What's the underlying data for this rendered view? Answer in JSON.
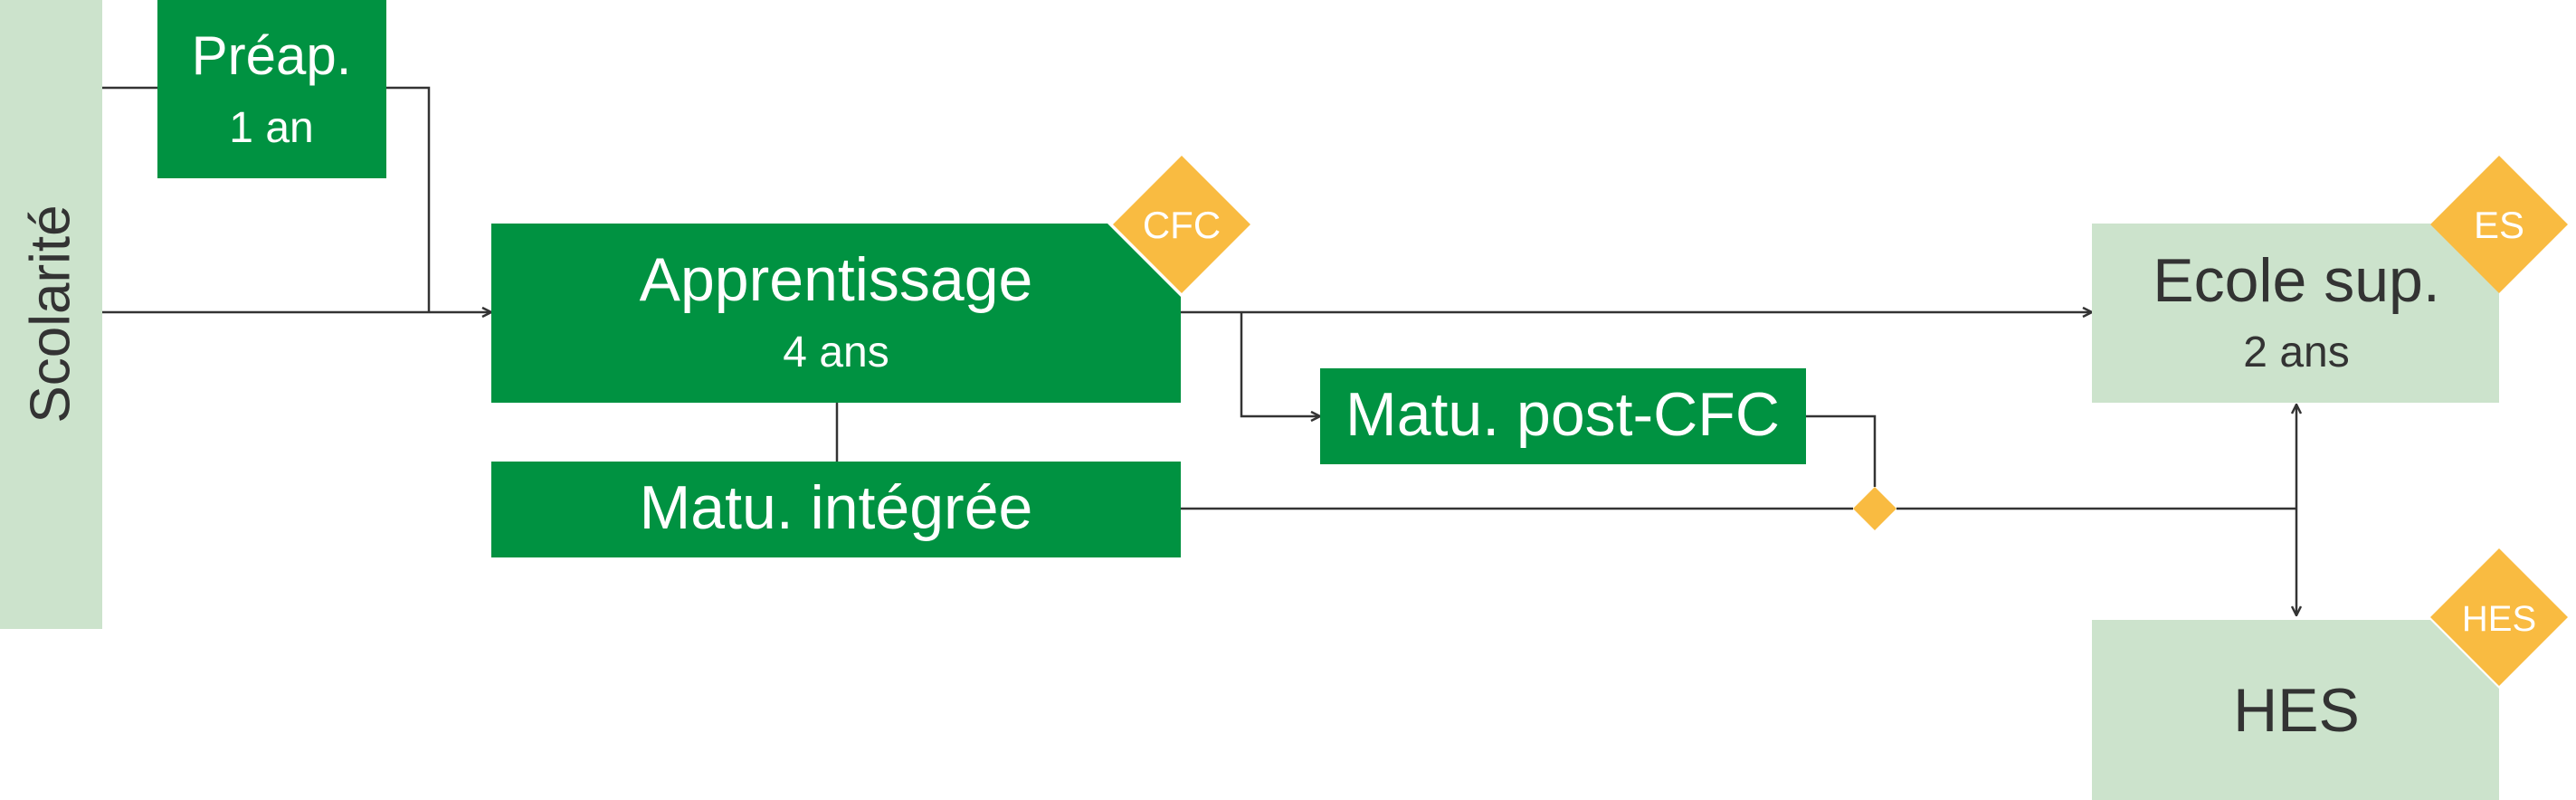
{
  "colors": {
    "dark_green": "#009241",
    "light_green": "#cce3cc",
    "diamond_yellow": "#f9bb41",
    "line": "#333333"
  },
  "nodes": {
    "scolarite": {
      "label": "Scolarité"
    },
    "preap": {
      "title": "Préap.",
      "duration": "1 an"
    },
    "apprentissage": {
      "title": "Apprentissage",
      "duration": "4 ans",
      "badge": "CFC"
    },
    "matu_integree": {
      "title": "Matu. intégrée"
    },
    "matu_post_cfc": {
      "title": "Matu. post-CFC"
    },
    "ecole_sup": {
      "title": "Ecole sup.",
      "duration": "2 ans",
      "badge": "ES"
    },
    "hes": {
      "title": "HES",
      "badge": "HES"
    }
  }
}
